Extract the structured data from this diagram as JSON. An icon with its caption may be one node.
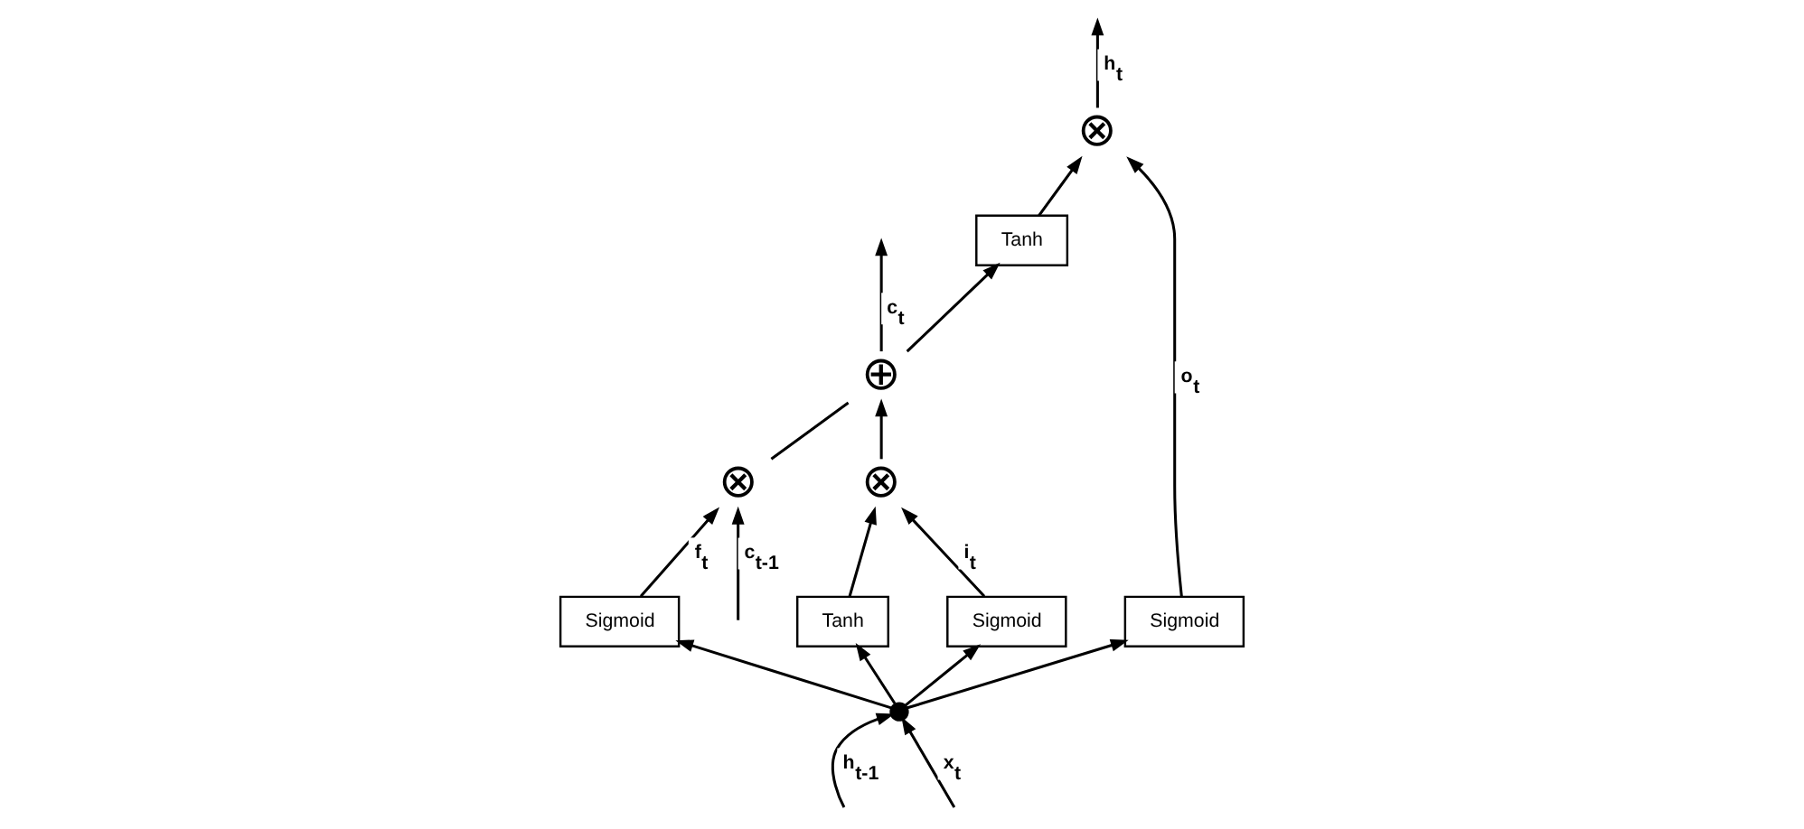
{
  "diagram": {
    "nodes": [
      {
        "text": [
          "⊗"
        ]
      },
      {
        "text": [
          "⊕"
        ]
      },
      {
        "text": [
          "⊗"
        ]
      },
      {
        "text": [
          "Tanh"
        ]
      },
      {
        "text": [
          "⊗"
        ]
      },
      {
        "text": [
          "Sigmoid"
        ]
      },
      {
        "text": [
          "Sigmoid"
        ]
      },
      {
        "text": [
          "Tanh"
        ]
      },
      {
        "text": [
          "Sigmoid"
        ]
      },
      {
        "text": [],
        "shape": "circle"
      }
    ],
    "edges": [
      {
        "from": null,
        "to": 0,
        "arrow": "to",
        "label": "c$_{t-1}$"
      },
      {
        "from": 0,
        "to": 1,
        "arrow": "none"
      },
      {
        "from": 1,
        "to": null,
        "arrow": "to",
        "label": "c$_{t}$"
      },
      {
        "from": 1,
        "to": 3,
        "arrow": "to"
      },
      {
        "from": 5,
        "to": 0,
        "arrow": "to",
        "label": "f$_{t}$"
      },
      {
        "from": 6,
        "to": 2,
        "arrow": "to",
        "label": "i$_{t}$"
      },
      {
        "from": 7,
        "to": 2,
        "arrow": "to"
      },
      {
        "from": 2,
        "to": 1,
        "arrow": "to"
      },
      {
        "from": 3,
        "to": 4,
        "arrow": "to"
      },
      {
        "from": 8,
        "to": 4,
        "arrow": "to",
        "label": "o$_{t}$"
      },
      {
        "from": 4,
        "to": null,
        "arrow": "to",
        "label": "h$_{t}$"
      },
      {
        "from": null,
        "to": 9,
        "arrow": "to",
        "label": "h$_{t-1}$"
      },
      {
        "from": null,
        "to": 9,
        "arrow": "to",
        "label": "x$_{t}$"
      },
      {
        "from": 9,
        "to": 5,
        "arrow": "to"
      },
      {
        "from": 9,
        "to": 6,
        "arrow": "to"
      },
      {
        "from": 9,
        "to": 7,
        "arrow": "to"
      },
      {
        "from": 9,
        "to": 8,
        "arrow": "to"
      }
    ]
  }
}
